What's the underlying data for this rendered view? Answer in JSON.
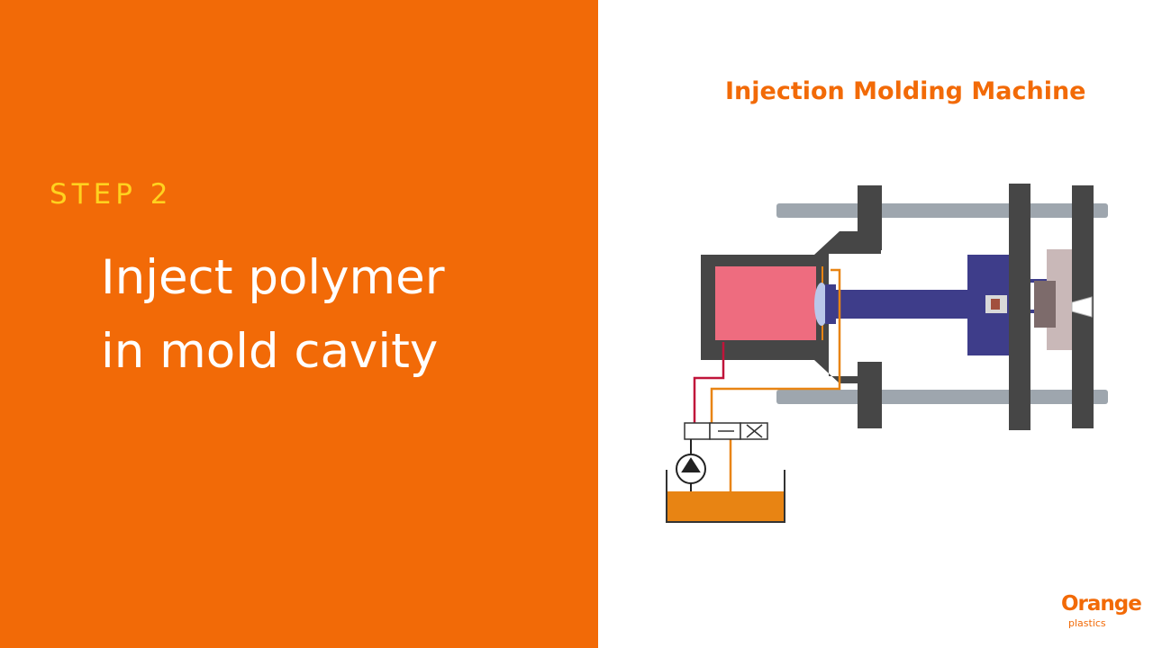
{
  "slide": {
    "step_label": "STEP 2",
    "headline_line1": "Inject polymer",
    "headline_line2": "in mold cavity",
    "diagram_title": "Injection Molding Machine"
  },
  "brand": {
    "name": "Orange",
    "tagline": "plastics"
  },
  "colors": {
    "accent": "#f26a07",
    "step_label": "#ffd21f",
    "machine_frame": "#464646",
    "tie_bar": "#9ea6ae",
    "hydraulic_fluid": "#e88413",
    "hydraulic_red_line": "#c0143a",
    "polymer_chamber": "#ee6c7f",
    "platen": "#3e3d8a"
  }
}
